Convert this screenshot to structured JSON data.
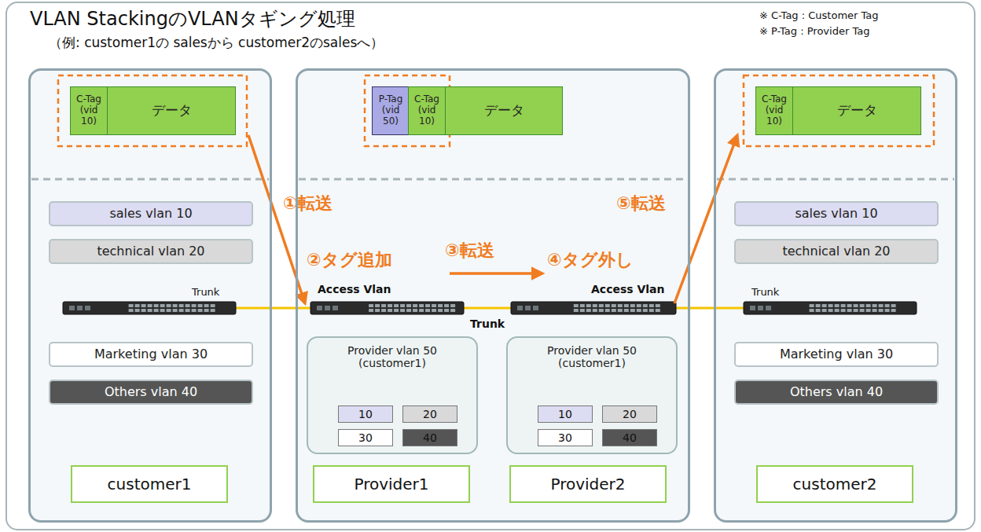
{
  "diagram": {
    "title": "VLAN StackingのVLANタギング処理",
    "nodes": [
      {
        "text": []
      },
      {
        "text": [
          "C-Tag (vid 10)"
        ],
        "in": 0
      },
      {
        "text": [
          "データ"
        ],
        "in": 0
      },
      {
        "text": [
          "sales vlan 10"
        ],
        "in": 0
      },
      {
        "text": [
          "technical vlan 20"
        ],
        "in": 0
      },
      {
        "text": [
          "Marketing vlan 30"
        ],
        "in": 0
      },
      {
        "text": [
          "Others vlan 40"
        ],
        "in": 0
      },
      {
        "text": [
          "customer1"
        ],
        "in": 0
      },
      {
        "text": []
      },
      {
        "text": [
          "P-Tag (vid 50)"
        ],
        "in": 8
      },
      {
        "text": [
          "C-Tag (vid 10)"
        ],
        "in": 8
      },
      {
        "text": [
          "データ"
        ],
        "in": 8
      },
      {
        "text": [
          "Provider vlan 50 (customer1)"
        ],
        "in": 8
      },
      {
        "text": [
          "10"
        ],
        "in": 12
      },
      {
        "text": [
          "20"
        ],
        "in": 12
      },
      {
        "text": [
          "30"
        ],
        "in": 12
      },
      {
        "text": [
          "40"
        ],
        "in": 12
      },
      {
        "text": [
          "Provider vlan 50 (customer1)"
        ],
        "in": 8
      },
      {
        "text": [
          "10"
        ],
        "in": 17
      },
      {
        "text": [
          "20"
        ],
        "in": 17
      },
      {
        "text": [
          "30"
        ],
        "in": 17
      },
      {
        "text": [
          "40"
        ],
        "in": 17
      },
      {
        "text": [
          "Provider1"
        ],
        "in": 8
      },
      {
        "text": [
          "Provider2"
        ],
        "in": 8
      },
      {
        "text": []
      },
      {
        "text": [
          "C-Tag (vid 10)"
        ],
        "in": 24
      },
      {
        "text": [
          "データ"
        ],
        "in": 24
      },
      {
        "text": [
          "sales vlan 10"
        ],
        "in": 24
      },
      {
        "text": [
          "technical vlan 20"
        ],
        "in": 24
      },
      {
        "text": [
          "Marketing vlan 30"
        ],
        "in": 24
      },
      {
        "text": [
          "Others vlan 40"
        ],
        "in": 24
      },
      {
        "text": [
          "customer2"
        ],
        "in": 24
      }
    ],
    "labels": [
      "（例: customer1の salesから customer2のsalesへ）",
      "※ C-Tag : Customer Tag",
      "※ P-Tag : Provider Tag",
      "①転送",
      "②タグ追加",
      "③転送",
      "④タグ外し",
      "⑤転送",
      "Trunk",
      "Access Vlan",
      "Access Vlan",
      "Trunk",
      "Trunk"
    ]
  }
}
